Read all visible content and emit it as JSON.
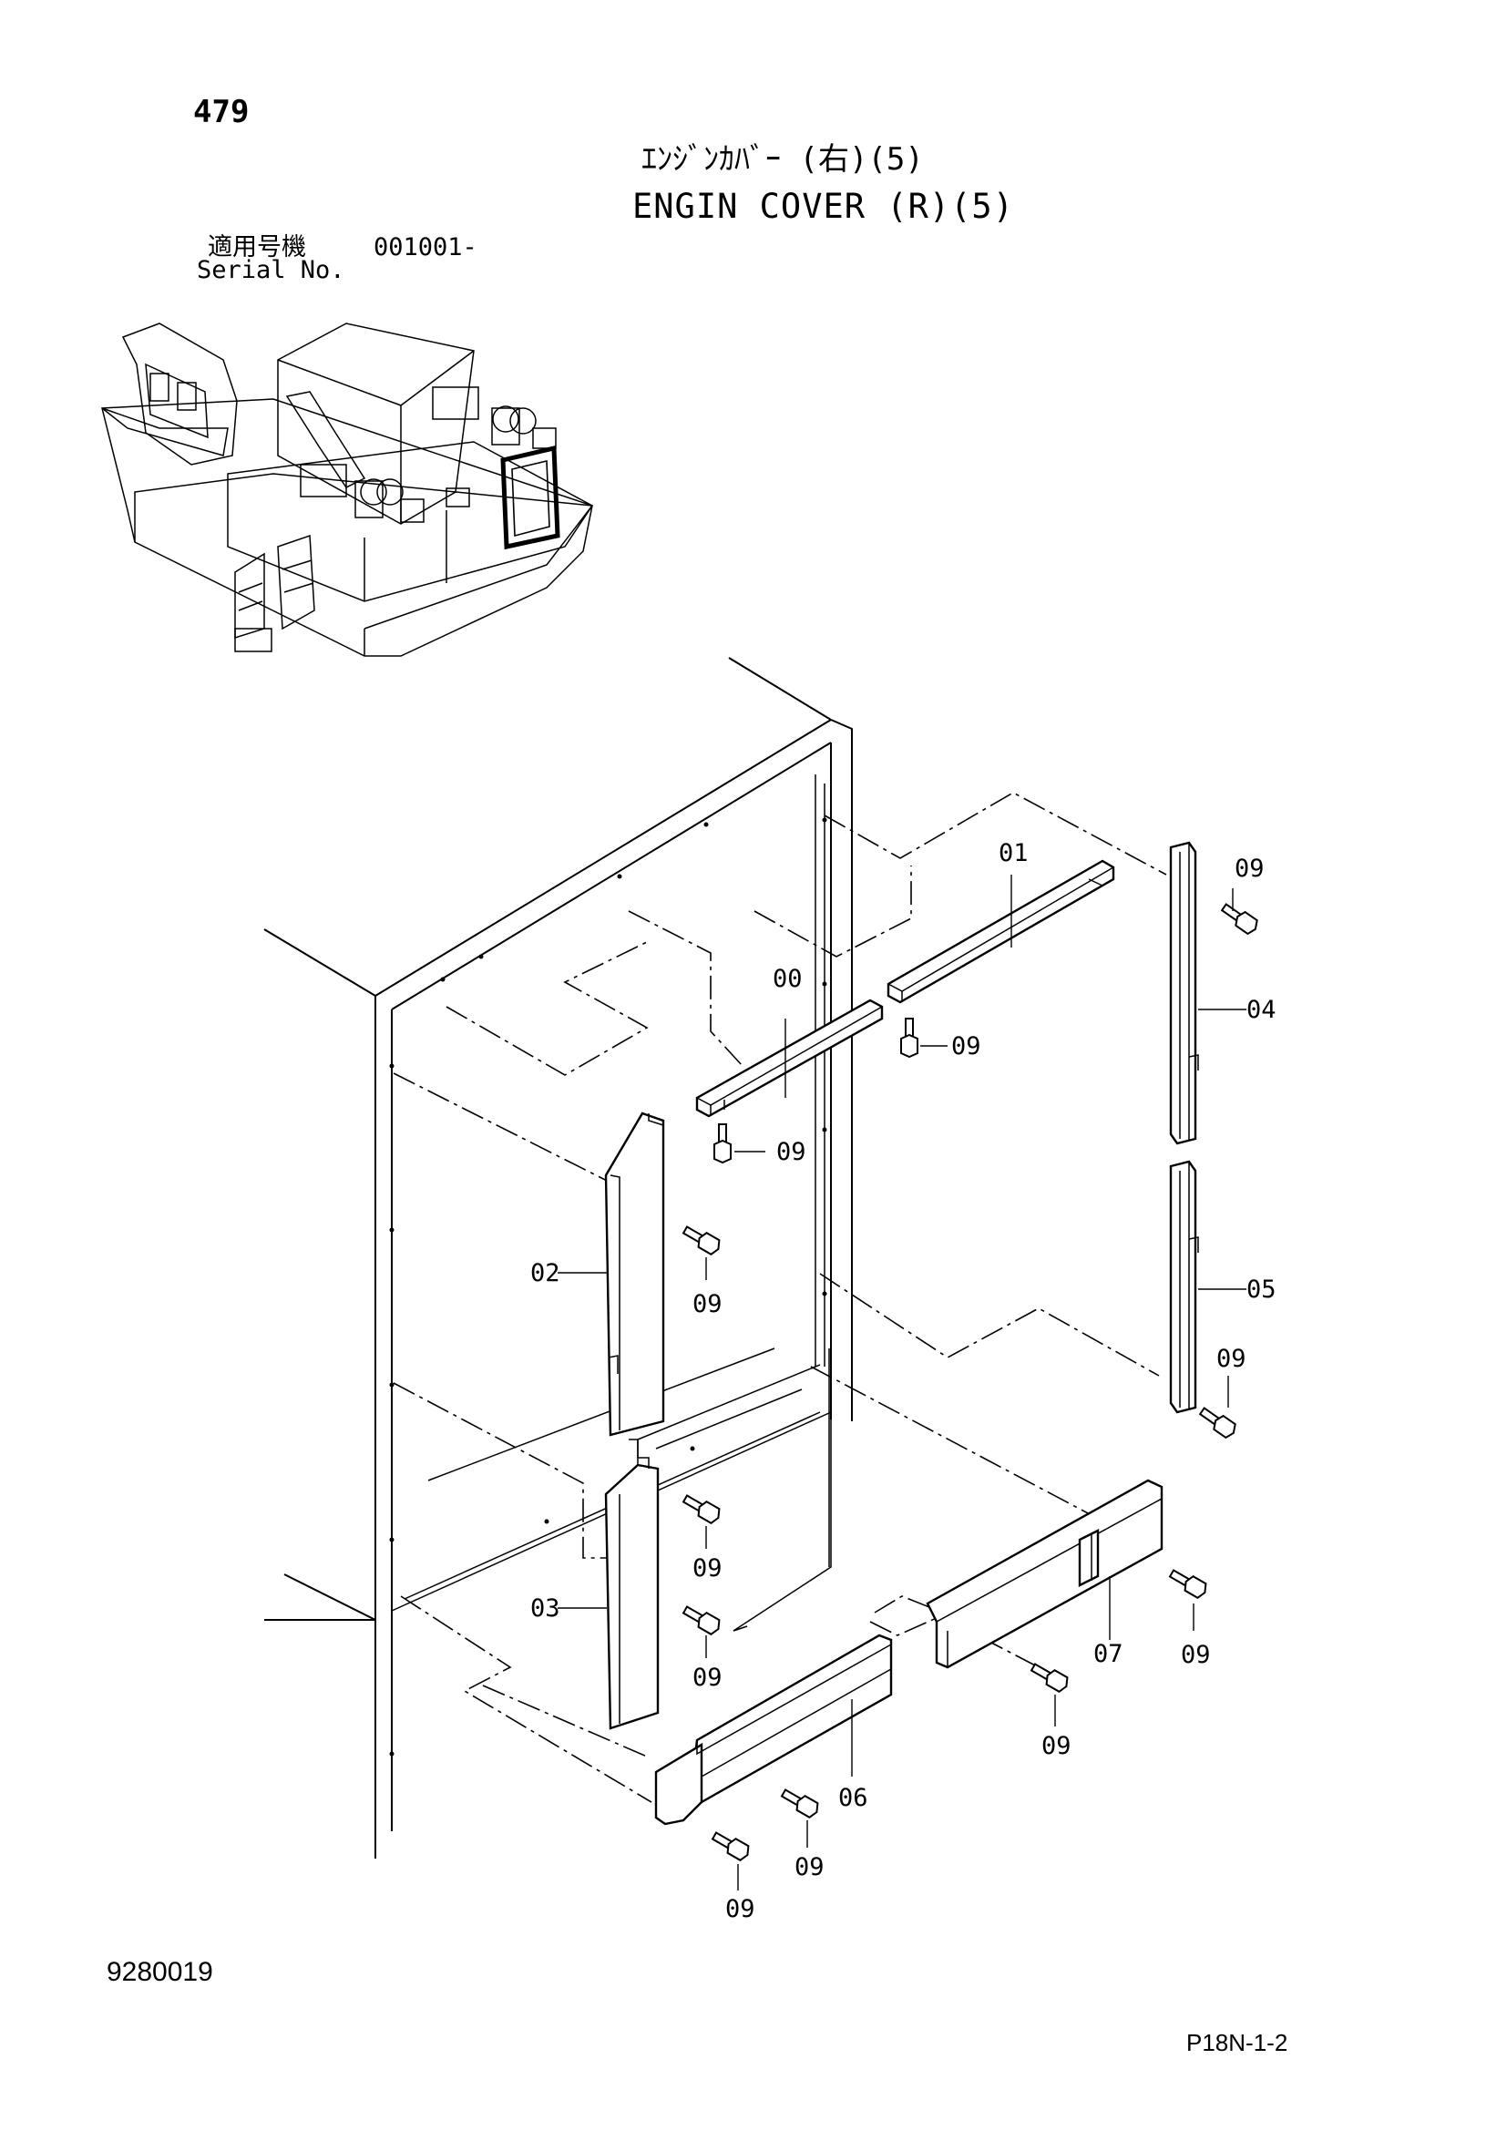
{
  "header": {
    "page_number": "479",
    "title_jp": "ｴﾝｼﾞﾝｶﾊﾞｰ (右)(5)",
    "title_en": "ENGIN COVER (R)(5)",
    "serial_label_jp": "適用号機",
    "serial_value": "001001-",
    "serial_label_en": "Serial No."
  },
  "footer": {
    "drawing_number": "9280019",
    "sheet_reference": "P18N-1-2"
  },
  "callouts": {
    "p00": "00",
    "p01": "01",
    "p02": "02",
    "p03": "03",
    "p04": "04",
    "p05": "05",
    "p06": "06",
    "p07": "07",
    "p09": "09"
  }
}
